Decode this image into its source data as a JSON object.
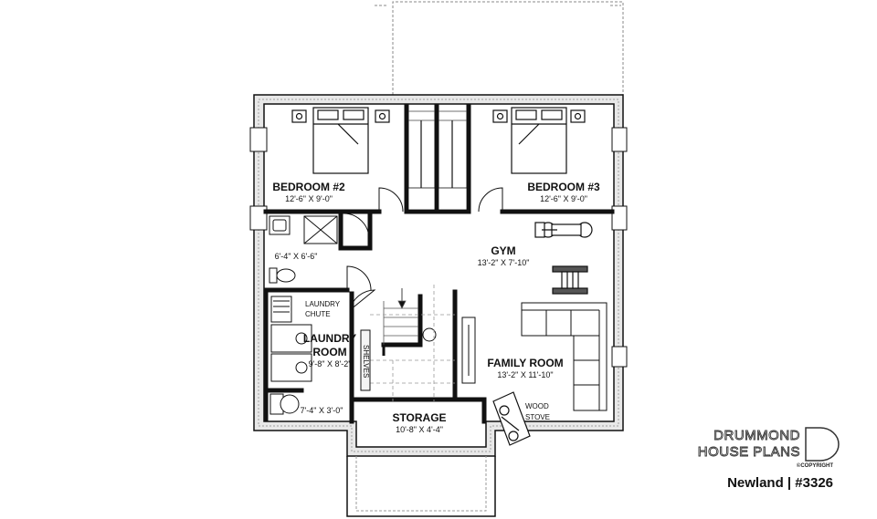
{
  "rooms": {
    "bedroom2": {
      "name": "BEDROOM #2",
      "dim": "12'-6\" X 9'-0\""
    },
    "bedroom3": {
      "name": "BEDROOM #3",
      "dim": "12'-6\" X 9'-0\""
    },
    "gym": {
      "name": "GYM",
      "dim": "13'-2\" X 7'-10\""
    },
    "bathroom": {
      "dim": "6'-4\" X 6'-6\""
    },
    "laundry": {
      "name_line1": "LAUNDRY",
      "name_line2": "ROOM",
      "dim": "9'-8\" X 8'-2\""
    },
    "closet": {
      "dim": "7'-4\" X 3'-0\""
    },
    "family": {
      "name": "FAMILY ROOM",
      "dim": "13'-2\" X 11'-10\""
    },
    "storage": {
      "name": "STORAGE",
      "dim": "10'-8\" X 4'-4\""
    }
  },
  "annotations": {
    "laundry_chute_1": "LAUNDRY",
    "laundry_chute_2": "CHUTE",
    "shelves": "SHELVES",
    "wood_stove_1": "WOOD",
    "wood_stove_2": "STOVE"
  },
  "branding": {
    "line1": "DRUMMOND",
    "line2": "HOUSE PLANS",
    "copyright": "©COPYRIGHT",
    "model": "Newland | #3326"
  },
  "colors": {
    "wall": "#111111",
    "exterior_fill": "#e6e6e6",
    "dashed": "#999999"
  }
}
